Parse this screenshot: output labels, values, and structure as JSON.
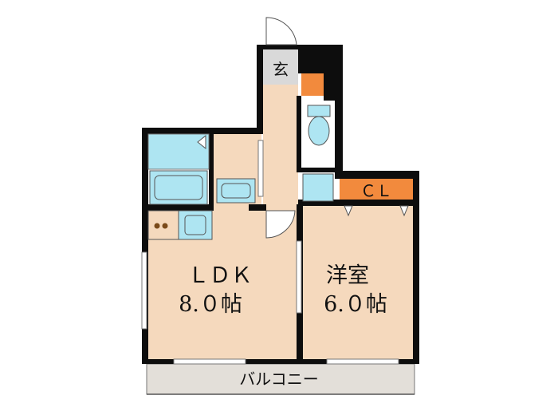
{
  "labels": {
    "entrance": "玄",
    "ldk_name": "ＬＤＫ",
    "ldk_size": "8.０帖",
    "western_name": "洋室",
    "western_size": "6.０帖",
    "closet": "ＣＬ",
    "balcony": "バルコニー"
  },
  "colors": {
    "room_fill": "#f5d9bd",
    "balcony_fill": "#e3dfd9",
    "wall": "#0d0d0d",
    "fixture": "#aee5f2",
    "closet": "#f28a3d",
    "entrance_floor": "#d9d9d9",
    "door_line": "#666666"
  }
}
